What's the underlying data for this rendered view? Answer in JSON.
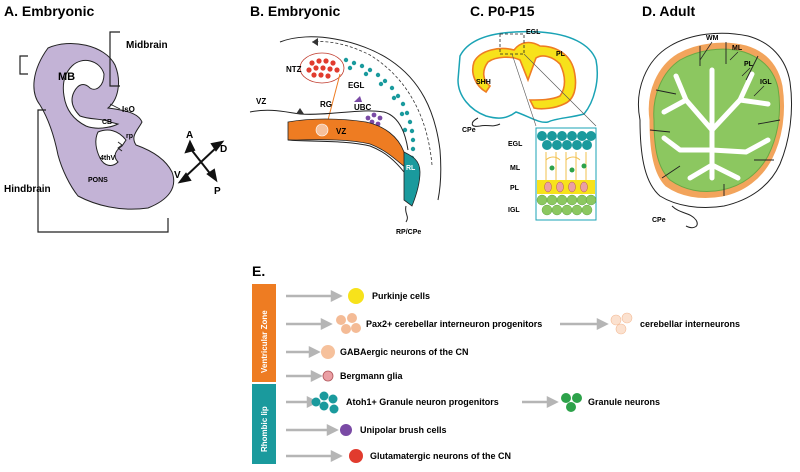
{
  "panels": {
    "a": {
      "title": "A. Embryonic",
      "labels": {
        "midbrain": "Midbrain",
        "hindbrain": "Hindbrain",
        "mb": "MB",
        "iso": "IsO",
        "cb": "CB",
        "rp": "rp",
        "fourth_v": "4thV",
        "pons": "PONS"
      },
      "axes": {
        "a": "A",
        "d": "D",
        "v": "V",
        "p": "P"
      }
    },
    "b": {
      "title": "B. Embryonic",
      "labels": {
        "ntz": "NTZ",
        "rg": "RG",
        "egl": "EGL",
        "ubc": "UBC",
        "vz_outer": "VZ",
        "vz_inner": "VZ",
        "rl": "RL",
        "rp_cpe": "RP/CPe"
      }
    },
    "c": {
      "title": "C. P0-P15",
      "labels": {
        "egl": "EGL",
        "pl": "PL",
        "shh": "SHH",
        "cpe": "CPe"
      },
      "layers": [
        "EGL",
        "ML",
        "PL",
        "IGL"
      ]
    },
    "d": {
      "title": "D. Adult",
      "labels": {
        "wm": "WM",
        "ml": "ML",
        "pl": "PL",
        "igl": "IGL",
        "cpe": "CPe"
      }
    },
    "e": {
      "title": "E.",
      "zones": {
        "ventricular": "Ventricular Zone",
        "rhombic": "Rhombic lip"
      },
      "cells": [
        {
          "label": "Purkinje cells",
          "color": "#f7e21b"
        },
        {
          "label": "Pax2+ cerebellar interneuron progenitors",
          "color": "#f4bb96",
          "derived": "cerebellar interneurons"
        },
        {
          "label": "GABAergic neurons of the CN",
          "color": "#f6c19c"
        },
        {
          "label": "Bergmann glia",
          "color": "#ea9fa4"
        },
        {
          "label": "Atoh1+ Granule neuron progenitors",
          "color": "#1a9a9d",
          "derived": "Granule neurons"
        },
        {
          "label": "Unipolar brush cells",
          "color": "#7a4aa5"
        },
        {
          "label": "Glutamatergic neurons of the CN",
          "color": "#e13b2e"
        }
      ]
    }
  },
  "colors": {
    "ventricular": "#ee7c22",
    "rhombic": "#1a9a9d",
    "purple_region": "#c3b3d6",
    "green_layer": "#8cc760",
    "orange_layer": "#f2a45c",
    "granule": "#2da24a"
  }
}
